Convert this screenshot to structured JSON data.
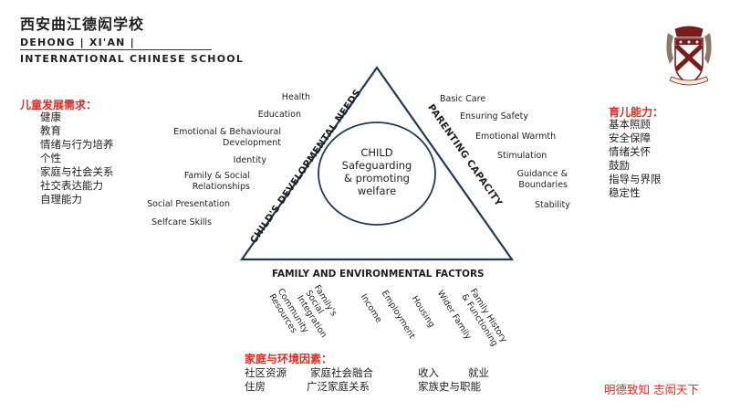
{
  "school": {
    "name_cn": "西安曲江德闳学校",
    "name_en_line1": "DEHONG | XI'AN |",
    "name_en_line2": "INTERNATIONAL CHINESE SCHOOL"
  },
  "diagram": {
    "center": {
      "line1": "CHILD",
      "line2": "Safeguarding",
      "line3": "& promoting",
      "line4": "welfare"
    },
    "left_side_title": "CHILD'S DEVELOPMENTAL NEEDS",
    "right_side_title": "PARENTING CAPACITY",
    "bottom_title": "FAMILY AND ENVIRONMENTAL FACTORS",
    "developmental_needs": [
      {
        "line1": "Health"
      },
      {
        "line1": "Education"
      },
      {
        "line1": "Emotional & Behavioural",
        "line2": "Development"
      },
      {
        "line1": "Identity"
      },
      {
        "line1": "Family & Social",
        "line2": "Relationships"
      },
      {
        "line1": "Social Presentation"
      },
      {
        "line1": "Selfcare Skills"
      }
    ],
    "parenting_capacity": [
      {
        "line1": "Basic Care"
      },
      {
        "line1": "Ensuring Safety"
      },
      {
        "line1": "Emotional Warmth"
      },
      {
        "line1": "Stimulation"
      },
      {
        "line1": "Guidance &",
        "line2": "Boundaries"
      },
      {
        "line1": "Stability"
      }
    ],
    "family_factors": [
      {
        "line1": "Community",
        "line2": "Resources"
      },
      {
        "line1": "Family's",
        "line2": "Social",
        "line3": "Integration"
      },
      {
        "line1": "Income"
      },
      {
        "line1": "Employment"
      },
      {
        "line1": "Housing"
      },
      {
        "line1": "Wider Family"
      },
      {
        "line1": "Family History",
        "line2": "& Functioning"
      }
    ]
  },
  "cn_dev": {
    "title": "儿童发展需求：",
    "items": [
      "健康",
      "教育",
      "情绪与行为培养",
      "个性",
      "家庭与社会关系",
      "社交表达能力",
      "自理能力"
    ]
  },
  "cn_parent": {
    "title": "育儿能力：",
    "items": [
      "基本照顾",
      "安全保障",
      "情绪关怀",
      "鼓励",
      "指导与界限",
      "稳定性"
    ]
  },
  "cn_family": {
    "title": "家庭与环境因素：",
    "row1": [
      "社区资源",
      "家庭社会融合",
      "收入",
      "就业"
    ],
    "row2": [
      "住房",
      "广泛家庭关系",
      "家族史与职能"
    ]
  },
  "motto": "明德致知 志闳天下",
  "colors": {
    "accent_red": "#e02a22",
    "triangle": "#1f3a57",
    "text": "#1f1f1f"
  }
}
